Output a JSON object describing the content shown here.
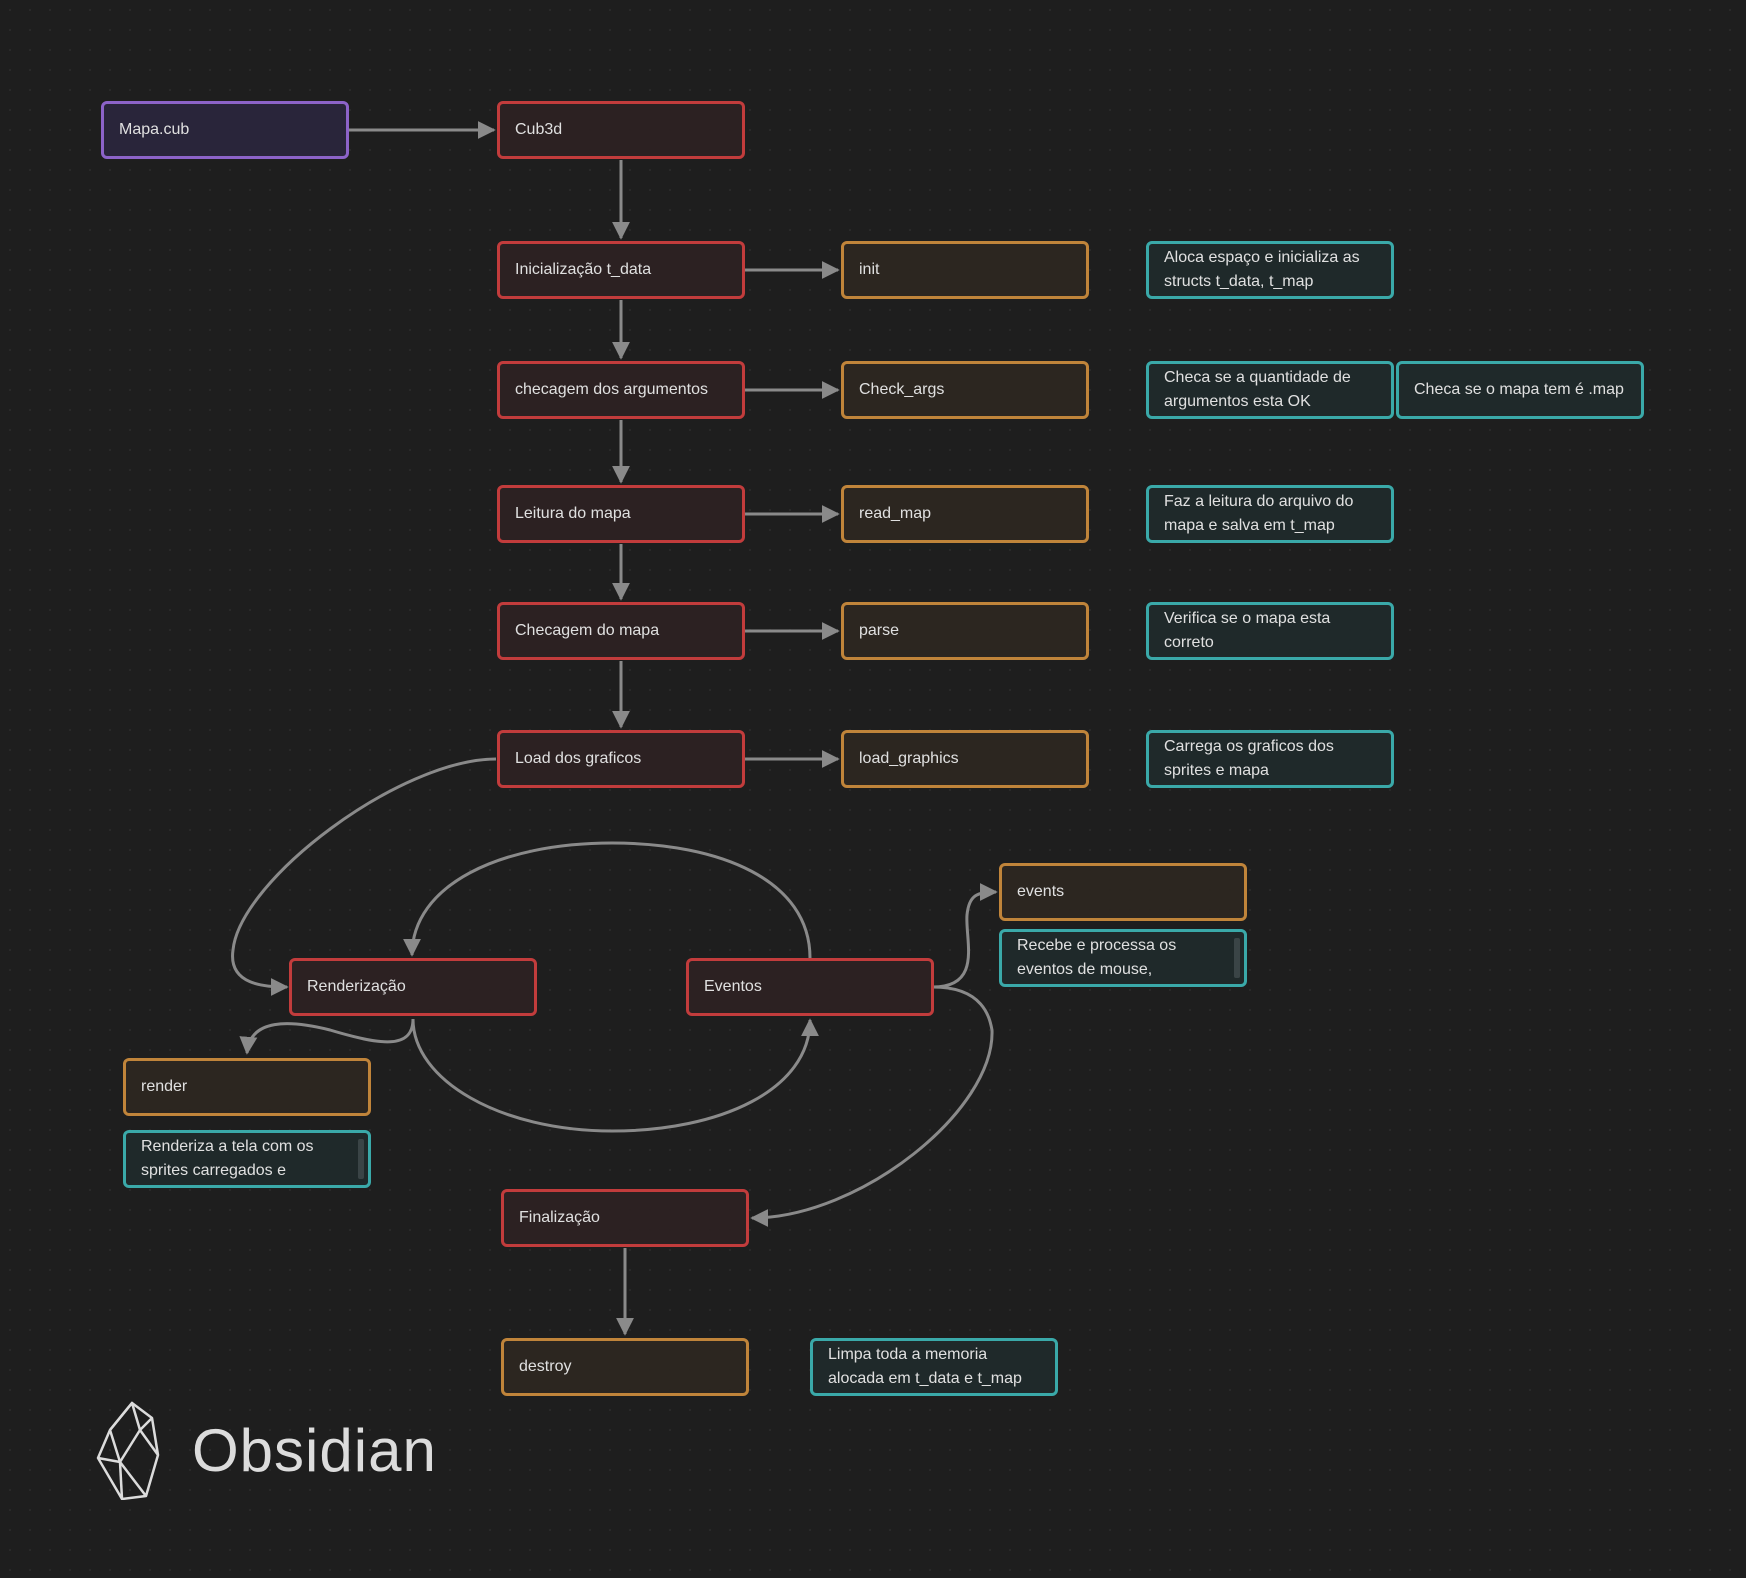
{
  "nodes": {
    "mapa_cub": "Mapa.cub",
    "cub3d": "Cub3d",
    "inicializacao": "Inicialização t_data",
    "init": "init",
    "init_note": "Aloca espaço e inicializa as structs t_data, t_map",
    "checagem_args": "checagem dos argumentos",
    "check_args": "Check_args",
    "check_args_note_1": "Checa se a quantidade de argumentos esta OK",
    "check_args_note_2": "Checa se o mapa tem é .map",
    "leitura_mapa": "Leitura do mapa",
    "read_map": "read_map",
    "read_map_note": "Faz a leitura do arquivo do mapa e salva em t_map",
    "checagem_mapa": "Checagem do mapa",
    "parse": "parse",
    "parse_note": "Verifica se o mapa esta correto",
    "load_graficos": "Load dos graficos",
    "load_graphics": "load_graphics",
    "load_graphics_note": "Carrega os graficos dos sprites e mapa",
    "renderizacao": "Renderização",
    "eventos": "Eventos",
    "events": "events",
    "events_note": "Recebe e processa os eventos de mouse,",
    "render": "render",
    "render_note": "Renderiza a tela com os sprites carregados e",
    "finalizacao": "Finalização",
    "destroy": "destroy",
    "destroy_note": "Limpa toda a memoria alocada em t_data e t_map"
  },
  "brand": {
    "name": "Obsidian",
    "icon": "obsidian-logo-icon"
  },
  "colors": {
    "background": "#1e1e1e",
    "edge": "#8a8a8a",
    "purple": "#8c63c8",
    "red": "#c23c3c",
    "orange": "#c0843a",
    "cyan": "#3aa9a9"
  }
}
